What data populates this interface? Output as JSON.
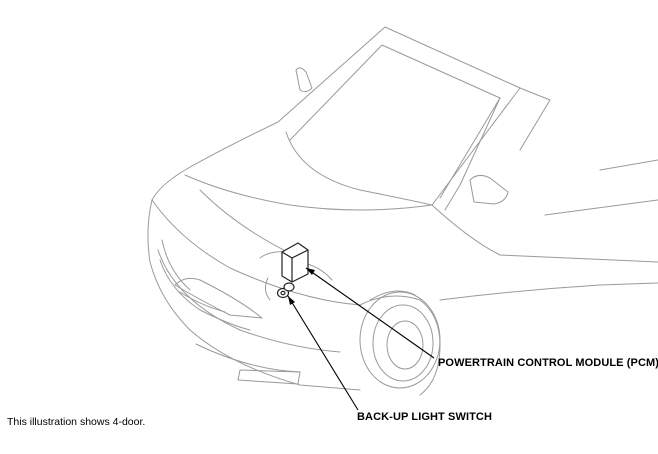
{
  "labels": {
    "pcm": "POWERTRAIN CONTROL MODULE (PCM)",
    "backup_switch": "BACK-UP LIGHT SWITCH"
  },
  "note": "This illustration shows 4-door.",
  "colors": {
    "outline": "#9a9a9a",
    "component": "#222222",
    "leader": "#000000",
    "background": "#ffffff"
  }
}
